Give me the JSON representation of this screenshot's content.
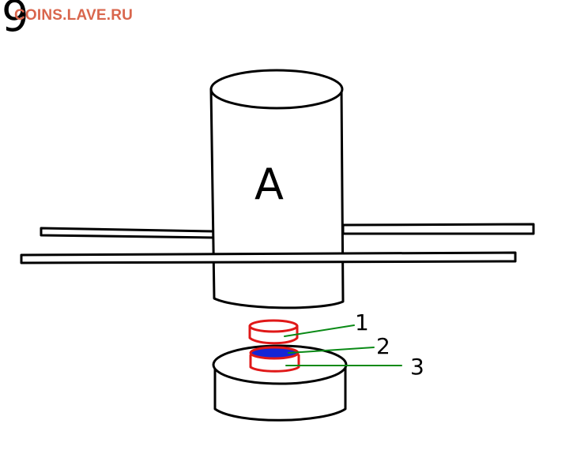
{
  "figure_number": "9",
  "watermark": {
    "text": "COINS.LAVE.RU",
    "color": "#d9664d"
  },
  "diagram": {
    "upper_part_label": "A",
    "callouts": [
      "1",
      "2",
      "3"
    ]
  },
  "colors": {
    "outline": "#000000",
    "ring": "#e01818",
    "disc": "#1426d6",
    "leader": "#0a8a16"
  }
}
